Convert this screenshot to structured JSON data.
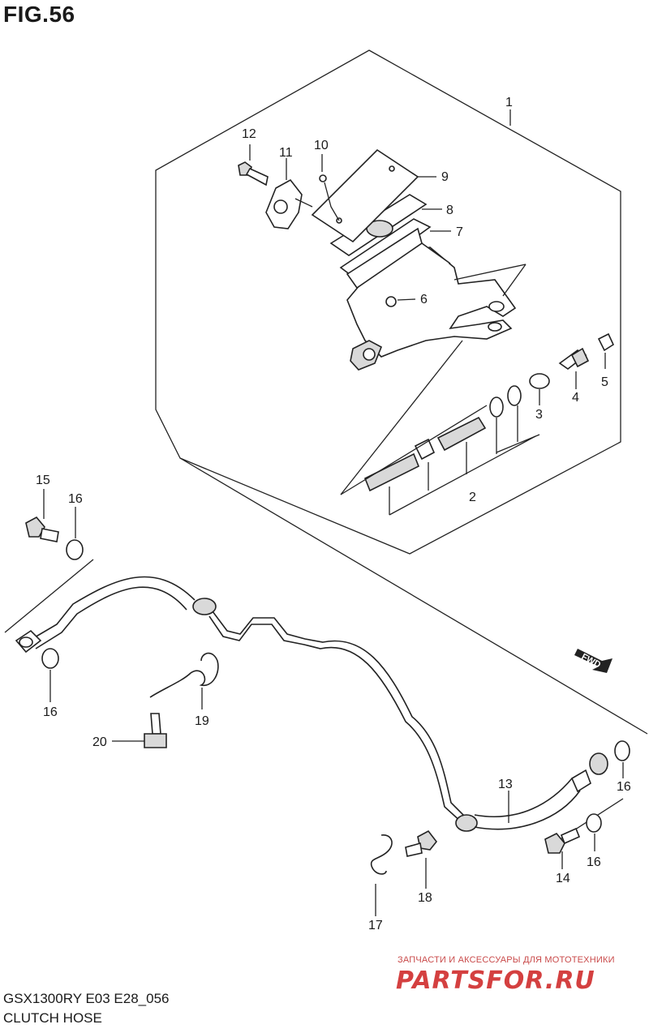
{
  "figure": {
    "title": "FIG.56"
  },
  "callouts": {
    "p1": "1",
    "p2": "2",
    "p3": "3",
    "p4": "4",
    "p5": "5",
    "p6": "6",
    "p7": "7",
    "p8": "8",
    "p9": "9",
    "p10": "10",
    "p11": "11",
    "p12": "12",
    "p13": "13",
    "p14": "14",
    "p15": "15",
    "p16a": "16",
    "p16b": "16",
    "p16c": "16",
    "p16d": "16",
    "p17": "17",
    "p18": "18",
    "p19": "19",
    "p20": "20"
  },
  "fwd_label": "FWD",
  "footer": {
    "model_code": "GSX1300RY E03 E28_056",
    "diagram_name": "CLUTCH HOSE"
  },
  "watermark": {
    "caption": "ЗАПЧАСТИ И АКСЕССУАРЫ ДЛЯ МОТОТЕХНИКИ",
    "logo": "PARTSFOR.RU"
  },
  "colors": {
    "line": "#222222",
    "watermark": "#d44040"
  }
}
